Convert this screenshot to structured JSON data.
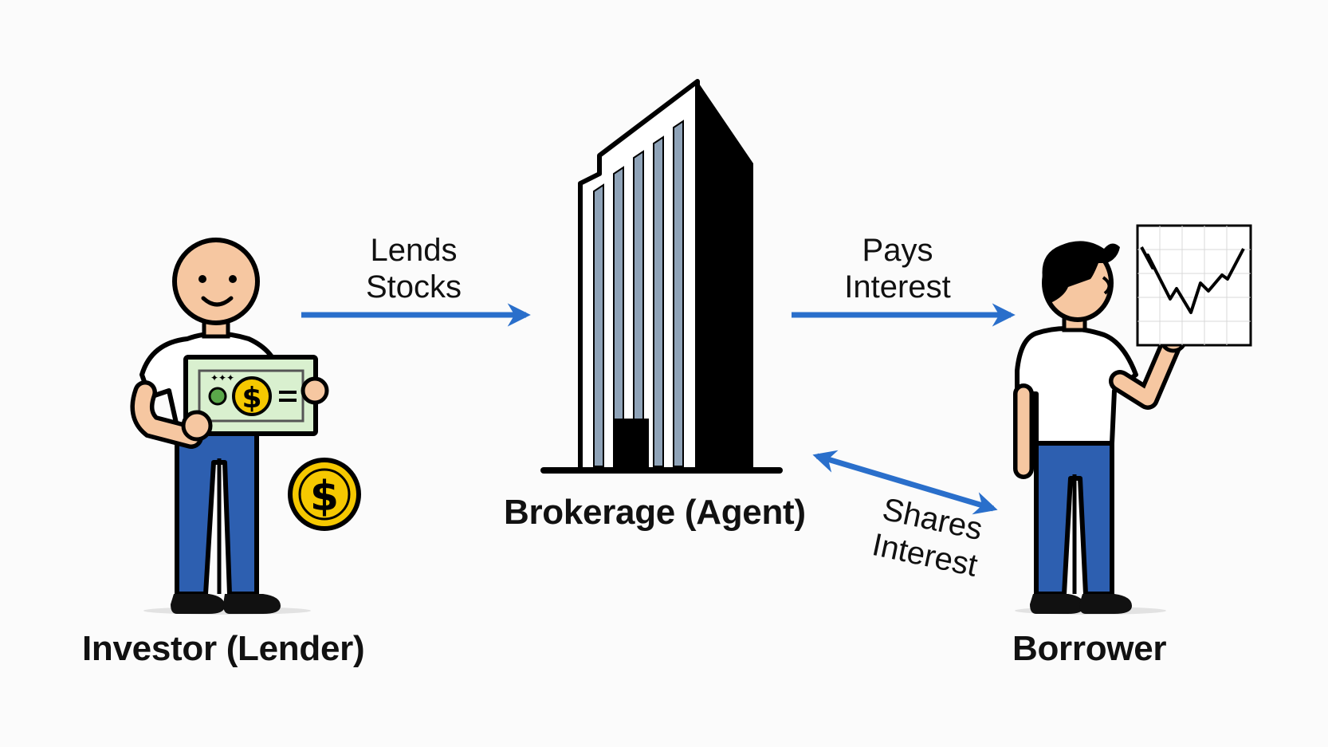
{
  "nodes": {
    "investor": {
      "label": "Investor (Lender)"
    },
    "brokerage": {
      "label": "Brokerage (Agent)"
    },
    "borrower": {
      "label": "Borrower"
    }
  },
  "flows": {
    "lends": {
      "line1": "Lends",
      "line2": "Stocks"
    },
    "pays": {
      "line1": "Pays",
      "line2": "Interest"
    },
    "shares": {
      "line1": "Shares",
      "line2": "Interest"
    }
  },
  "icons": {
    "cash": "dollar-bill-icon",
    "coin": "dollar-coin-icon",
    "building": "office-building-icon",
    "chart": "stock-chart-icon"
  },
  "colors": {
    "arrow": "#2a6fcb",
    "pants": "#2d5fb0",
    "skin": "#f6c7a1",
    "bill": "#d9f0cf",
    "coin": "#f5c800",
    "window": "#8fa3b8"
  }
}
